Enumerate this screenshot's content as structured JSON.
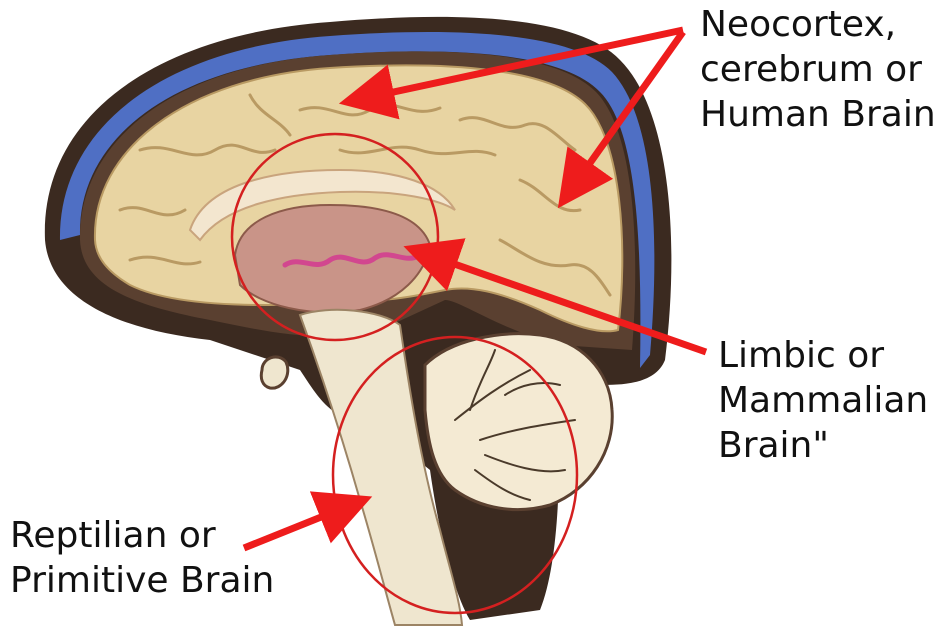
{
  "labels": {
    "neocortex": [
      "Neocortex,",
      "cerebrum or",
      "Human Brain"
    ],
    "limbic": [
      "Limbic or",
      "Mammalian",
      "Brain\""
    ],
    "reptilian": [
      "Reptilian or",
      "Primitive Brain"
    ]
  },
  "colors": {
    "arrow": "#ee1c1c",
    "circle": "#d42020",
    "cortex": "#e8d4a2",
    "ventricle": "#4f6fc4",
    "outline": "#3a2a1e"
  }
}
